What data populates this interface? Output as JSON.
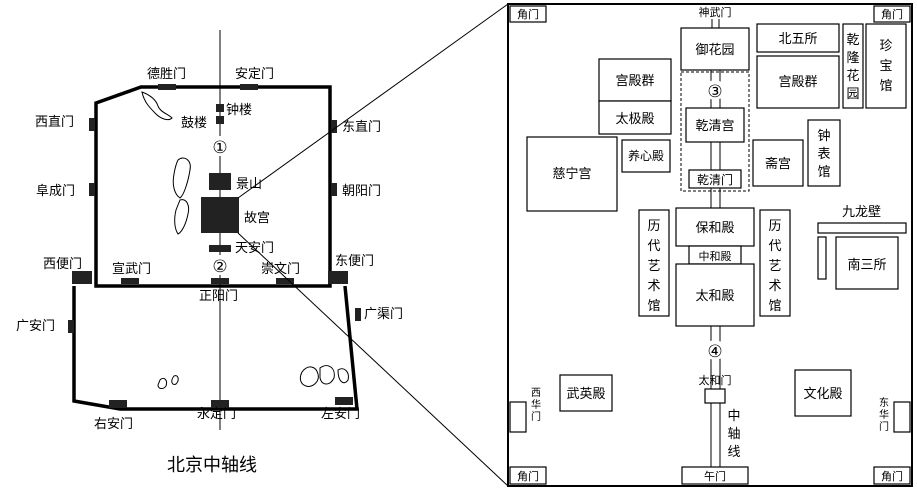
{
  "caption": "北京中轴线",
  "city_map": {
    "gates": {
      "deshengmen": "德胜门",
      "andingmen": "安定门",
      "xizhimen": "西直门",
      "dongzhimen": "东直门",
      "fuchengmen": "阜成门",
      "chaoyangmen": "朝阳门",
      "xibianmen": "西便门",
      "xuanwumen": "宣武门",
      "chongwenmen": "崇文门",
      "dongbianmen": "东便门",
      "zhengyangmen": "正阳门",
      "guanganmen": "广安门",
      "guangqumen": "广渠门",
      "youanmen": "右安门",
      "yongdingmen": "永定门",
      "zuoanmen": "左安门"
    },
    "landmarks": {
      "zhonglou": "钟楼",
      "gulou": "鼓楼",
      "jingshan": "景山",
      "gugong": "故宫",
      "tiananmen": "天安门"
    },
    "markers": [
      "①",
      "②"
    ]
  },
  "palace_map": {
    "corners": [
      "角门",
      "角门",
      "角门",
      "角门"
    ],
    "shenwumen": "神武门",
    "wumen": "午门",
    "yuhuayuan": "御花园",
    "beiwusuo": "北五所",
    "qianlong_garden": [
      "乾",
      "隆",
      "花",
      "园"
    ],
    "zhenbaoguan": [
      "珍",
      "宝",
      "馆"
    ],
    "palace_group_w": "宫殿群",
    "palace_group_e": "宫殿群",
    "taijidian": "太极殿",
    "qianqinggong": "乾清宫",
    "zhongbiaoguan": [
      "钟",
      "表",
      "馆"
    ],
    "cininggong": "慈宁宫",
    "yangxindian": "养心殿",
    "zhaigong": "斋宫",
    "qianqingmen": "乾清门",
    "jiulongbi": "九龙壁",
    "baohedian": "保和殿",
    "zhonghedian": "中和殿",
    "taihedian": "太和殿",
    "art_museum_w": [
      "历",
      "代",
      "艺",
      "术",
      "馆"
    ],
    "art_museum_e": [
      "历",
      "代",
      "艺",
      "术",
      "馆"
    ],
    "nansansuo": "南三所",
    "taihemen": "太和门",
    "wuyingdian": "武英殿",
    "wenhuadian": "文化殿",
    "xihuamen": [
      "西",
      "华",
      "门"
    ],
    "donghuamen": [
      "东",
      "华",
      "门"
    ],
    "axis_label": [
      "中",
      "轴",
      "线"
    ],
    "markers": [
      "③",
      "④"
    ]
  }
}
